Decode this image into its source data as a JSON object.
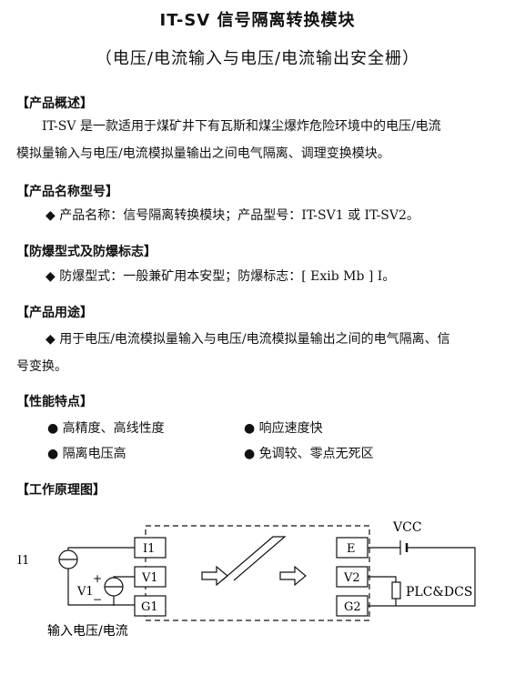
{
  "title": "IT-SV 信号隔离转换模块",
  "subtitle": "（电压/电流输入与电压/电流输出安全栅）",
  "overview": {
    "heading": "【产品概述】",
    "line1": "IT-SV 是一款适用于煤矿井下有瓦斯和煤尘爆炸危险环境中的电压/电流",
    "line2": "模拟量输入与电压/电流模拟量输出之间电气隔离、调理变换模块。"
  },
  "model": {
    "heading": "【产品名称型号】",
    "text": "◆  产品名称：信号隔离转换模块；产品型号：IT-SV1 或 IT-SV2。"
  },
  "explosion": {
    "heading": "【防爆型式及防爆标志】",
    "text": "◆  防爆型式：一般兼矿用本安型；防爆标志：[ Exib Mb ] I。"
  },
  "usage": {
    "heading": "【产品用途】",
    "line1": "◆  用于电压/电流模拟量输入与电压/电流模拟量输出之间的电气隔离、信",
    "line2": "号变换。"
  },
  "features": {
    "heading": "【性能特点】",
    "items": [
      "●  高精度、高线性度",
      "●  响应速度快",
      "●  隔离电压高",
      "●  免调较、零点无死区"
    ]
  },
  "principle": {
    "heading": "【工作原理图】"
  },
  "diagram": {
    "vcc": "VCC",
    "i1_source": "I1",
    "v1_source": "V1",
    "plus": "+",
    "minus": "−",
    "term_i1": "I1",
    "term_v1": "V1",
    "term_g1": "G1",
    "term_e": "E",
    "term_v2": "V2",
    "term_g2": "G2",
    "load": "PLC&DCS",
    "caption": "输入电压/电流"
  }
}
